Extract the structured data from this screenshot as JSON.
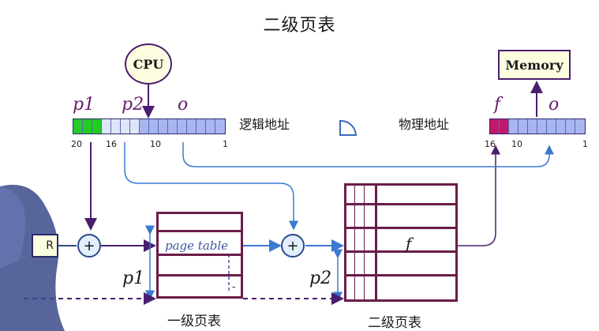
{
  "title": "二级页表",
  "cpu_label": "CPU",
  "memory_label": "Memory",
  "logical": {
    "seg_p1": "p1",
    "seg_p2": "p2",
    "seg_o": "o",
    "label": "逻辑地址",
    "bit_20": "20",
    "bit_16": "16",
    "bit_10": "10",
    "bit_1": "1"
  },
  "physical": {
    "seg_f": "f",
    "seg_o": "o",
    "label": "物理地址",
    "bit_16": "16",
    "bit_10": "10",
    "bit_1": "1"
  },
  "register_label": "R",
  "adder_symbol": "+",
  "table1": {
    "entry_text": "page table",
    "caption": "一级页表",
    "offset_label": "p1",
    "mark": "-"
  },
  "table2": {
    "entry_text": "f",
    "caption": "二级页表",
    "offset_label": "p2"
  },
  "colors": {
    "p1_bits": "#22cc22",
    "p2_bits": "#dfe6fb",
    "offset_bits": "#a9b5f0",
    "frame_bits": "#c0186a",
    "arrow_main": "#4a1e6e",
    "arrow_blue": "#3a7ad0"
  }
}
